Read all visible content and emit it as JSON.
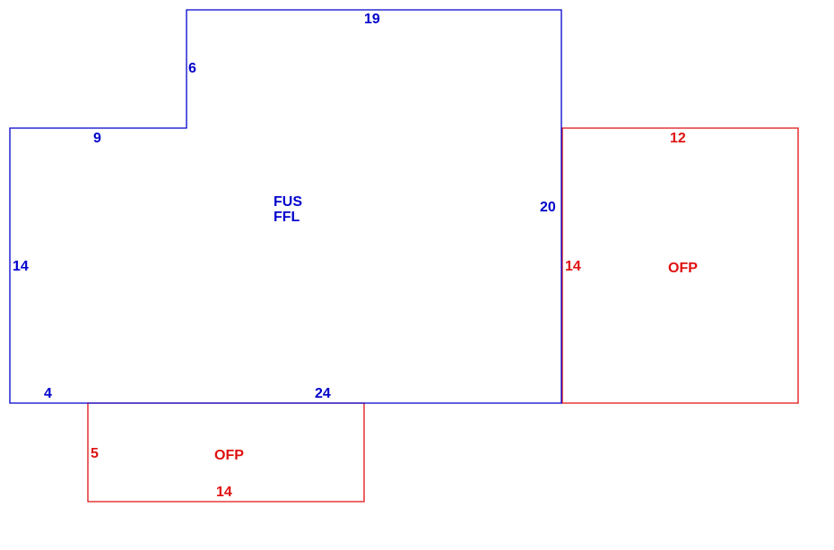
{
  "colors": {
    "main_structure": "#0000cc",
    "porch": "#e01010",
    "background": "#ffffff"
  },
  "main_structure": {
    "codes": [
      "FUS",
      "FFL"
    ],
    "dimensions": {
      "top": "19",
      "left_upper": "6",
      "left_step": "9",
      "right": "20",
      "left": "14",
      "bottom_left": "4",
      "bottom": "24"
    }
  },
  "porch_right": {
    "code": "OFP",
    "dimensions": {
      "top": "12",
      "left": "14"
    }
  },
  "porch_bottom": {
    "code": "OFP",
    "dimensions": {
      "left": "5",
      "bottom": "14"
    }
  }
}
